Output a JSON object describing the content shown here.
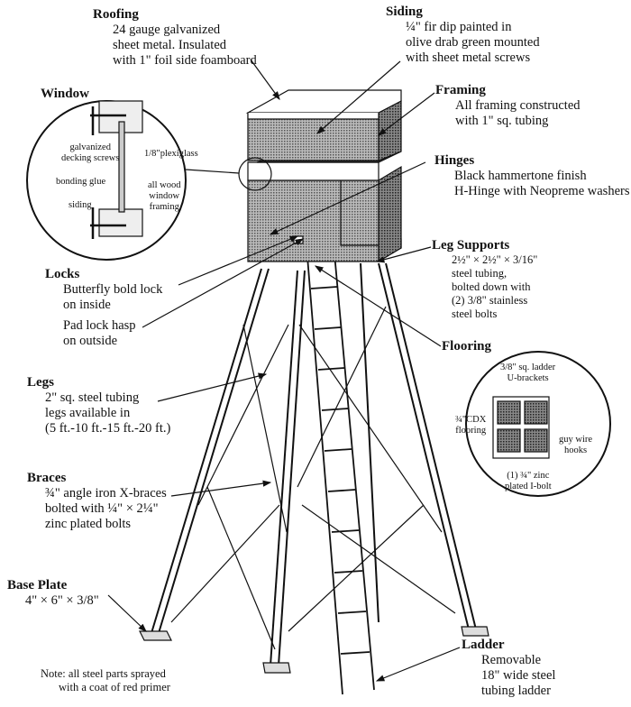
{
  "callouts": {
    "roofing": {
      "title": "Roofing",
      "lines": [
        "24 gauge galvanized",
        "sheet metal. Insulated",
        "with 1\" foil side foamboard"
      ]
    },
    "siding": {
      "title": "Siding",
      "lines": [
        "¼\" fir dip painted in",
        "olive drab green mounted",
        "with sheet metal screws"
      ]
    },
    "window": {
      "title": "Window"
    },
    "framing": {
      "title": "Framing",
      "lines": [
        "All framing constructed",
        "with 1\" sq. tubing"
      ]
    },
    "hinges": {
      "title": "Hinges",
      "lines": [
        "Black hammertone finish",
        "H-Hinge with Neopreme washers"
      ]
    },
    "leg_supports": {
      "title": "Leg Supports",
      "lines": [
        "2½\" × 2½\" × 3/16\"",
        "steel tubing,",
        "bolted down with",
        "(2) 3/8\" stainless",
        "steel bolts"
      ]
    },
    "locks": {
      "title": "Locks",
      "lines": [
        "Butterfly bold lock",
        "on inside"
      ],
      "lines2": [
        "Pad lock hasp",
        "on outside"
      ]
    },
    "flooring": {
      "title": "Flooring"
    },
    "legs": {
      "title": "Legs",
      "lines": [
        "2\" sq. steel tubing",
        "legs available in",
        "(5 ft.-10 ft.-15 ft.-20 ft.)"
      ]
    },
    "braces": {
      "title": "Braces",
      "lines": [
        "¾\" angle iron X-braces",
        "bolted with ¼\" × 2¼\"",
        "zinc plated bolts"
      ]
    },
    "base_plate": {
      "title": "Base Plate",
      "lines": [
        "4\" × 6\" × 3/8\""
      ]
    },
    "ladder": {
      "title": "Ladder",
      "lines": [
        "Removable",
        "18\" wide steel",
        "tubing ladder"
      ]
    }
  },
  "window_detail": {
    "screws": [
      "galvanized",
      "decking screws"
    ],
    "plexiglass": "1/8\"plexiglass",
    "glue": "bonding glue",
    "siding": "siding",
    "framing": [
      "all wood",
      "window",
      "framing"
    ]
  },
  "flooring_detail": {
    "brackets": [
      "3/8\" sq. ladder",
      "U-brackets"
    ],
    "cdx": [
      "¾\"CDX",
      "flooring"
    ],
    "hooks": [
      "guy wire",
      "hooks"
    ],
    "bolt": [
      "(1) ¾\" zinc",
      "plated I-bolt"
    ]
  },
  "note": [
    "Note: all steel parts sprayed",
    "with a coat of red primer"
  ]
}
